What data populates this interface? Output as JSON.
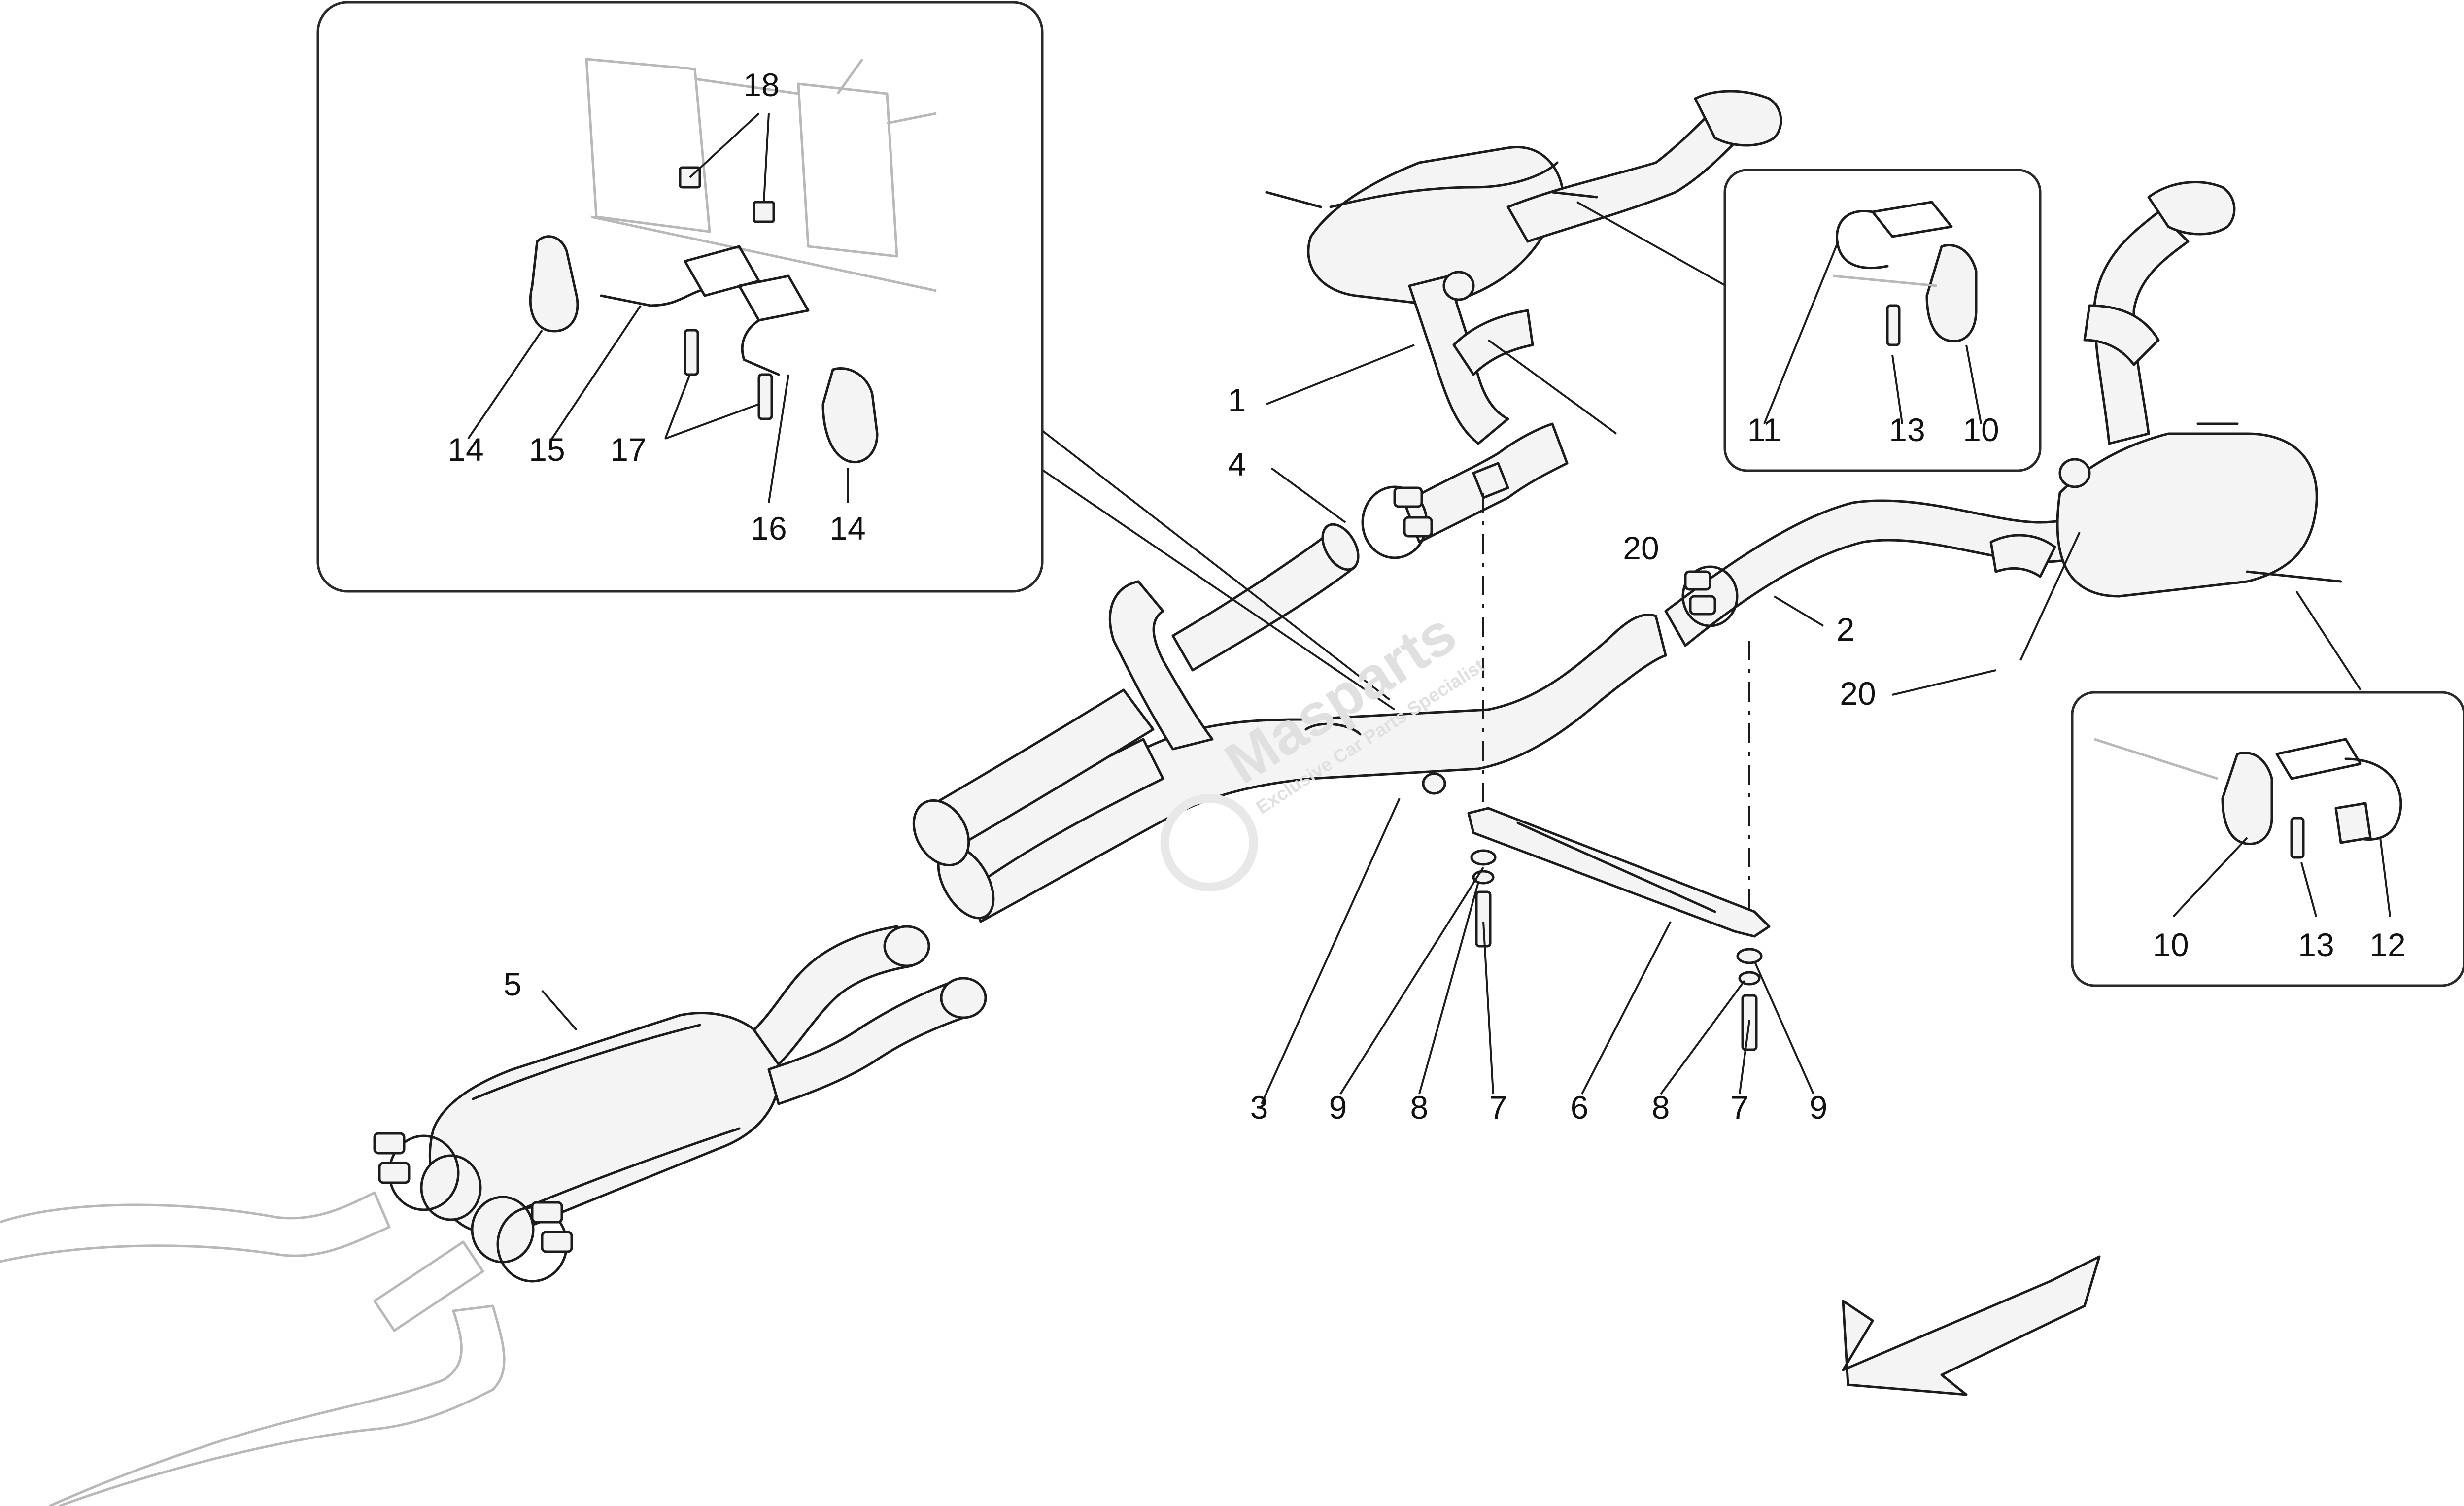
{
  "callouts": {
    "c1": "1",
    "c2": "2",
    "c3": "3",
    "c4": "4",
    "c5": "5",
    "c6": "6",
    "c7a": "7",
    "c7b": "7",
    "c8a": "8",
    "c8b": "8",
    "c9a": "9",
    "c9b": "9",
    "c10a": "10",
    "c10b": "10",
    "c11": "11",
    "c12": "12",
    "c13a": "13",
    "c13b": "13",
    "c14a": "14",
    "c14b": "14",
    "c15": "15",
    "c16": "16",
    "c17": "17",
    "c18": "18",
    "c20a": "20",
    "c20b": "20"
  },
  "watermark": {
    "brand": "Masparts",
    "tagline": "Exclusive Car Parts Specialist"
  }
}
